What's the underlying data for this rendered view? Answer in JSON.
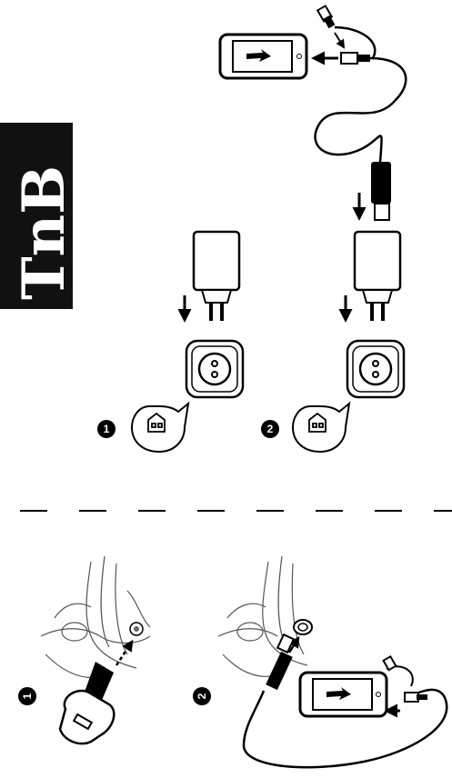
{
  "logo": {
    "text": "TnB"
  },
  "home_steps": [
    {
      "number": "1"
    },
    {
      "number": "2"
    }
  ],
  "car_steps": [
    {
      "number": "1"
    },
    {
      "number": "2"
    }
  ],
  "icons": {
    "phone": "phone-charging-icon",
    "plug": "wall-charger-icon",
    "socket": "wall-socket-icon",
    "house": "house-bubble-icon",
    "cable": "usb-cable-icon",
    "car": "car-charger-icon"
  }
}
